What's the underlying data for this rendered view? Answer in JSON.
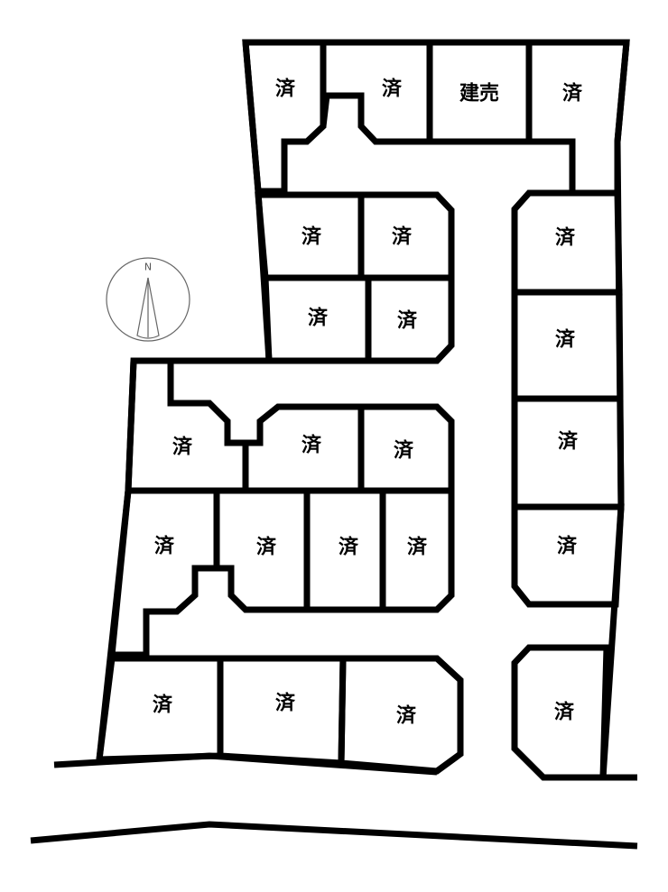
{
  "compass": {
    "label": "N",
    "icon": "north-arrow-icon"
  },
  "lots": [
    {
      "id": "r1c1",
      "status": "済"
    },
    {
      "id": "r1c2",
      "status": "済"
    },
    {
      "id": "r1c3",
      "status": "建売"
    },
    {
      "id": "r1c4",
      "status": "済"
    },
    {
      "id": "b1a",
      "status": "済"
    },
    {
      "id": "b1b",
      "status": "済"
    },
    {
      "id": "b1c",
      "status": "済"
    },
    {
      "id": "b1d",
      "status": "済"
    },
    {
      "id": "e1",
      "status": "済"
    },
    {
      "id": "e2",
      "status": "済"
    },
    {
      "id": "e3",
      "status": "済"
    },
    {
      "id": "e4",
      "status": "済"
    },
    {
      "id": "e5",
      "status": "済"
    },
    {
      "id": "m1",
      "status": "済"
    },
    {
      "id": "m2",
      "status": "済"
    },
    {
      "id": "m3",
      "status": "済"
    },
    {
      "id": "m4",
      "status": "済"
    },
    {
      "id": "m5",
      "status": "済"
    },
    {
      "id": "m6",
      "status": "済"
    },
    {
      "id": "m7",
      "status": "済"
    },
    {
      "id": "s1",
      "status": "済"
    },
    {
      "id": "s2",
      "status": "済"
    },
    {
      "id": "s3",
      "status": "済"
    }
  ]
}
